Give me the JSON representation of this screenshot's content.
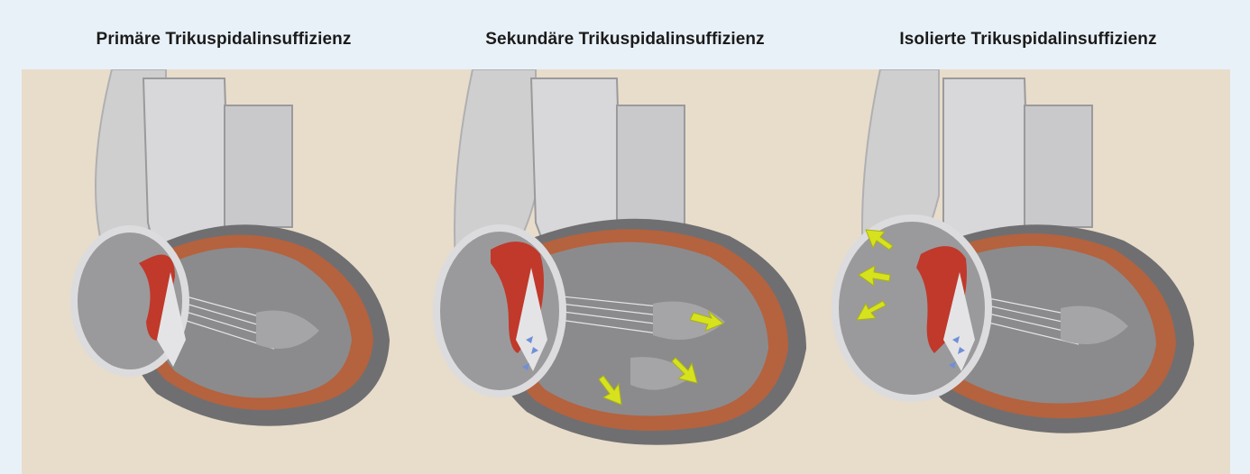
{
  "panels": [
    {
      "title": "Primäre Trikuspidalinsuffizienz"
    },
    {
      "title": "Sekundäre Trikuspidalinsuffizienz"
    },
    {
      "title": "Isolierte Trikuspidalinsuffizienz"
    }
  ],
  "colors": {
    "background": "#e9f1f8",
    "illustration_bg": "#e8dccb",
    "myocardium": "#b5623f",
    "chamber": "#8b8b8d",
    "vessel": "#cfcfd0",
    "regurgitation_jet": "#c0392b",
    "dilation_arrows": "#d7e21e",
    "annulus_arrows": "#6f8fd8"
  }
}
